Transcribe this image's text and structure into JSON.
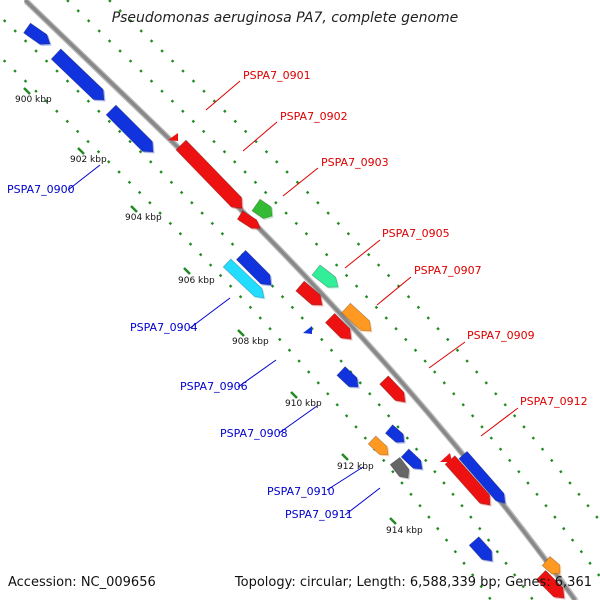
{
  "title": "Pseudomonas aeruginosa PA7, complete genome",
  "footer": {
    "accession": "Accession: NC_009656",
    "summary": "Topology: circular; Length: 6,588,339 bp; Genes: 6,361"
  },
  "colors": {
    "backbone": "#888888",
    "dots": "#228b22",
    "forward_label": "#dd0000",
    "reverse_label": "#0000cc",
    "gene_red": "#ee1111",
    "gene_blue": "#1133dd",
    "gene_green": "#33bb33",
    "gene_mint": "#33ee99",
    "gene_orange": "#ff9922",
    "gene_cyan": "#22ddff",
    "gene_gray": "#666666",
    "gene_steel": "#4477aa"
  },
  "ticks": [
    "900 kbp",
    "902 kbp",
    "904 kbp",
    "906 kbp",
    "908 kbp",
    "910 kbp",
    "912 kbp",
    "914 kbp"
  ],
  "genes_forward": [
    "PSPA7_0901",
    "PSPA7_0902",
    "PSPA7_0903",
    "PSPA7_0905",
    "PSPA7_0907",
    "PSPA7_0909",
    "PSPA7_0912"
  ],
  "genes_reverse": [
    "PSPA7_0900",
    "PSPA7_0904",
    "PSPA7_0906",
    "PSPA7_0908",
    "PSPA7_0910",
    "PSPA7_0911"
  ]
}
